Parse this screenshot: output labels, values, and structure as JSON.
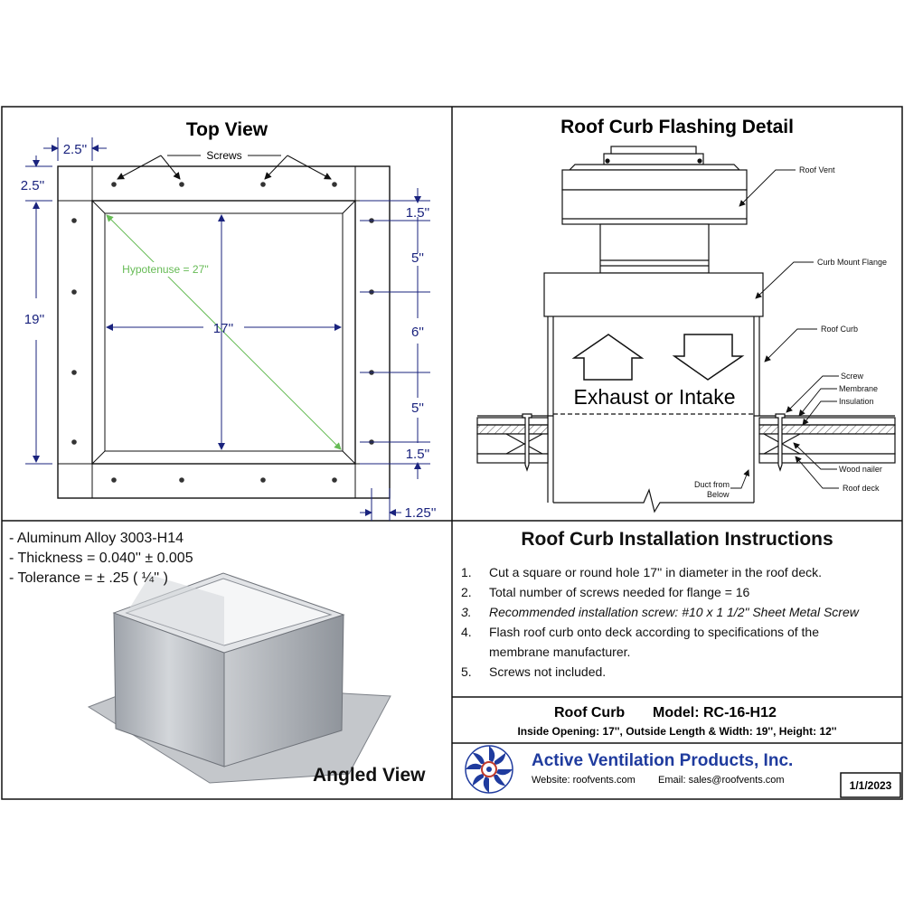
{
  "top_view": {
    "title": "Top View",
    "screws_label": "Screws",
    "dim_left_top": "2.5''",
    "dim_top_left": "2.5''",
    "dim_height": "19''",
    "dim_width": "17''",
    "hypotenuse": "Hypotenuse = 27''",
    "dim_right": [
      "1.5''",
      "5''",
      "6''",
      "5''",
      "1.5''"
    ],
    "dim_bottom_right": "1.25''"
  },
  "flashing_detail": {
    "title": "Roof Curb Flashing Detail",
    "callouts": {
      "roof_vent": "Roof Vent",
      "curb_mount_flange": "Curb Mount Flange",
      "roof_curb": "Roof Curb",
      "screw": "Screw",
      "membrane": "Membrane",
      "insulation": "Insulation",
      "wood_nailer": "Wood nailer",
      "roof_deck": "Roof deck",
      "duct_line1": "Duct from",
      "duct_line2": "Below"
    },
    "flow_label": "Exhaust or Intake"
  },
  "specs": {
    "material": "- Aluminum Alloy 3003-H14",
    "thickness": "- Thickness = 0.040'' ± 0.005",
    "tolerance": "- Tolerance =  ± .25 ( ¼'' )",
    "view_label": "Angled View"
  },
  "instructions": {
    "title": "Roof Curb Installation Instructions",
    "items": [
      {
        "num": "1.",
        "text": "Cut a square or round hole 17'' in diameter in the roof deck."
      },
      {
        "num": "2.",
        "text": "Total number of screws needed for flange = 16"
      },
      {
        "num": "3.",
        "text": "Recommended installation screw: #10 x 1 1/2\" Sheet Metal Screw"
      },
      {
        "num": "4.",
        "text": "Flash roof curb onto deck according to specifications of the"
      },
      {
        "num": "",
        "text": "membrane manufacturer."
      },
      {
        "num": "5.",
        "text": "Screws not included."
      }
    ]
  },
  "model": {
    "line1_product": "Roof Curb",
    "line1_model": "Model: RC-16-H12",
    "line2": "Inside Opening: 17'',  Outside Length & Width: 19'',  Height: 12''"
  },
  "company": {
    "name": "Active Ventilation Products, Inc.",
    "website": "Website:  roofvents.com",
    "email": "Email:  sales@roofvents.com",
    "date": "1/1/2023"
  },
  "colors": {
    "dimension": "#1a237e",
    "hypotenuse": "#66bb55",
    "line": "#111111",
    "metal": "#b8bcc2"
  }
}
